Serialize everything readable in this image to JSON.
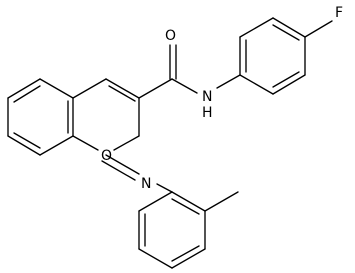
{
  "molecule": {
    "atoms": {
      "fluorine": "F",
      "carbonyl_oxygen": "O",
      "amide_nitrogen": "N",
      "amide_hydrogen": "H",
      "ring_oxygen": "O",
      "imine_nitrogen": "N"
    }
  }
}
